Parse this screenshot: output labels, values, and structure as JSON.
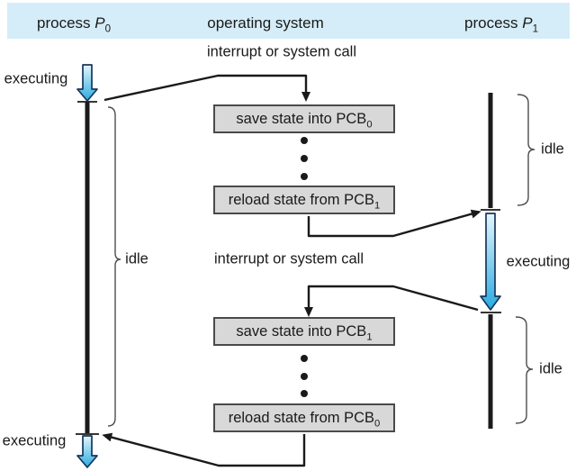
{
  "header": {
    "columns": [
      {
        "label": "process ",
        "var": "P",
        "sub": "0"
      },
      {
        "label": "operating system"
      },
      {
        "label": "process ",
        "var": "P",
        "sub": "1"
      }
    ]
  },
  "labels": {
    "interrupt_top": "interrupt or system call",
    "interrupt_bottom": "interrupt or system call",
    "executing_p0_top": "executing",
    "executing_p1": "executing",
    "executing_p0_bottom": "executing",
    "idle_p0": "idle",
    "idle_p1_top": "idle",
    "idle_p1_bottom": "idle"
  },
  "boxes": [
    {
      "text": "save state into PCB",
      "sub": "0"
    },
    {
      "text": "reload state from PCB",
      "sub": "1"
    },
    {
      "text": "save state into PCB",
      "sub": "1"
    },
    {
      "text": "reload state from PCB",
      "sub": "0"
    }
  ],
  "colors": {
    "header_bg": "#d5edf8",
    "box_fill": "#d8d8d8",
    "box_border": "#4a4a4a",
    "line": "#1a1a1a",
    "brace": "#4d4d4d",
    "arrow_grad_top": "#e6f5fc",
    "arrow_grad_bottom": "#29abe2",
    "arrow_outline": "#17365a",
    "text": "#1a1a1a"
  }
}
